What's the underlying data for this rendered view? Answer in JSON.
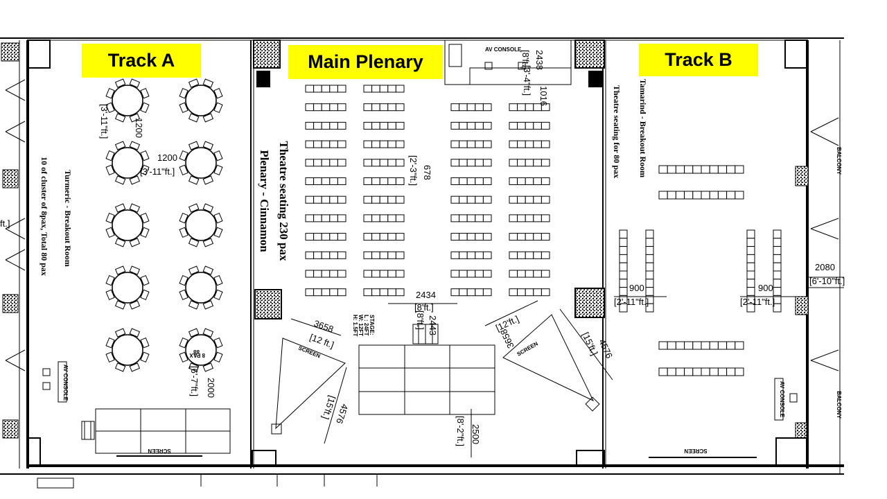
{
  "tracks": {
    "track_a": "Track A",
    "main_plenary": "Main Plenary",
    "track_b": "Track B"
  },
  "rooms": {
    "turmeric": {
      "title": "Turmeric - Breakout Room",
      "capacity": "10 of cluster of 8pax, Total 80 pax",
      "av_console": "AV CONSOLE",
      "screen": "SCREEN",
      "pax_table": "8 PAX",
      "pax_table_top": "88"
    },
    "cinnamon": {
      "seating": "Theatre seating 230 pax",
      "name": "Plenary - Cinnamon",
      "screen_left": "SCREEN",
      "screen_right": "SCREEN",
      "stage_lines": [
        "STAGE:",
        "L : 24FT",
        "W: 12FT",
        "H: 1.5FT"
      ],
      "av_console": "AV CONSOLE"
    },
    "tamarind": {
      "title": "Tamarind - Breakout Room",
      "capacity": "Theatre seating for 80 pax",
      "av_console": "AV CONSOLE",
      "screen": "SCREEN",
      "balcony_top": "BALCONY",
      "balcony_bottom": "BALCONY"
    }
  },
  "dimensions": {
    "a_1200_v": "1200",
    "a_3_11_v": "[3'-11\"ft.]",
    "a_1200_h": "1200",
    "a_3_11_h": "[3'-11\"ft.]",
    "a_2000": "2000",
    "a_6_7": "[6'-7\"ft.]",
    "left_edge": "ft.]",
    "p_678": "678",
    "p_2_3": "[2'-3\"ft.]",
    "p_2434": "2434",
    "p_8ft": "[8'ft.]",
    "p_8ft_b": "[8'ft.]",
    "p_2443": "2443",
    "p_3658_l": "3658",
    "p_12ft_l": "[12 ft.]",
    "p_4576_l": "4576",
    "p_15ft_l": "[15'ft.]",
    "p_3658_r": "3658",
    "p_12ft_r": "[12'ft.]",
    "p_4576_r": "4576",
    "p_15ft_r": "[15'ft.]",
    "p_2500": "2500",
    "p_8_2": "[8'-2\"ft.]",
    "av_2438": "2438",
    "av_8ft": "[8'ft.]",
    "av_1016": "1016",
    "av_3_4": "[3'-4\"ft.]",
    "b_900_l": "900",
    "b_2_11_l": "[2'-11\"ft.]",
    "b_900_r": "900",
    "b_2_11_r": "[2'-11\"ft.]",
    "b_2080": "2080",
    "b_6_10": "[6'-10\"ft.]"
  },
  "colors": {
    "label_bg": "#ffff00",
    "line": "#000000",
    "background": "#ffffff"
  }
}
